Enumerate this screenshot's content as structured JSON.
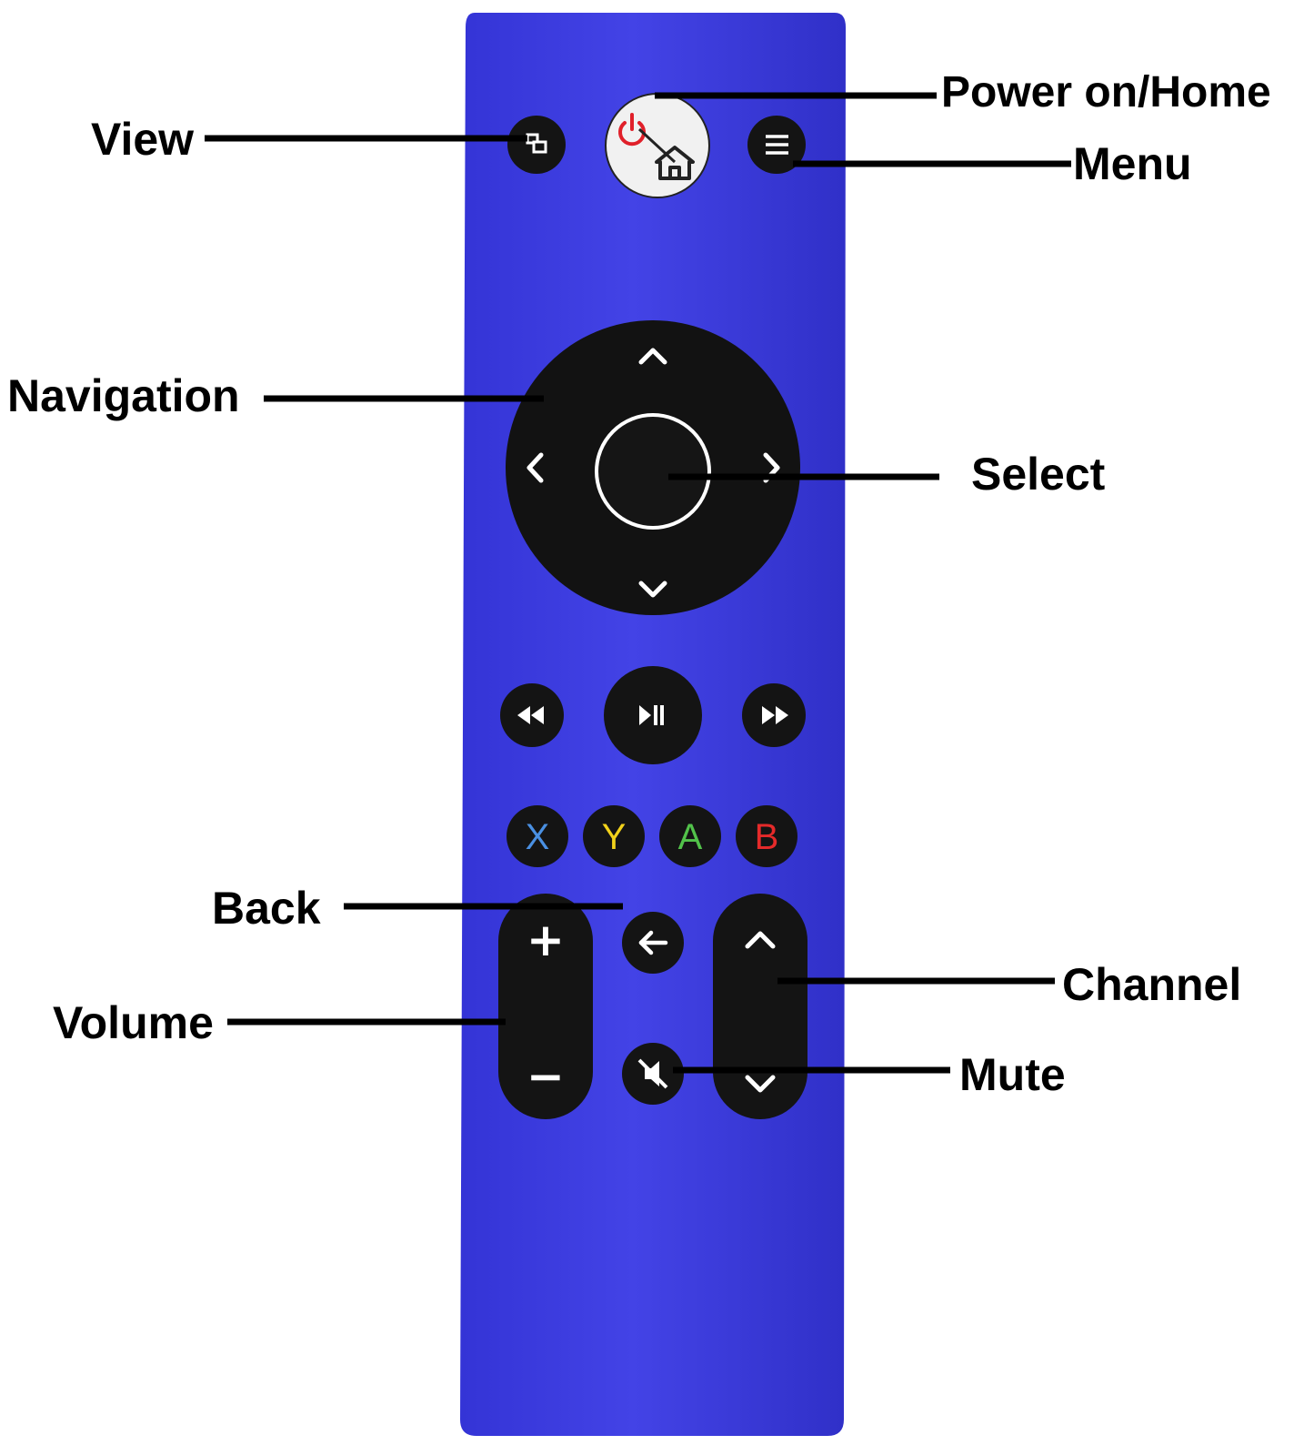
{
  "labels": {
    "power_home": "Power on/Home",
    "view": "View",
    "menu": "Menu",
    "navigation": "Navigation",
    "select": "Select",
    "back": "Back",
    "channel": "Channel",
    "volume": "Volume",
    "mute": "Mute"
  },
  "face_buttons": {
    "x": "X",
    "y": "Y",
    "a": "A",
    "b": "B"
  },
  "volume_keys": {
    "plus": "+",
    "minus": "−"
  },
  "colors": {
    "remote_body": "#3d3ddf",
    "button": "#111111",
    "power_button": "#f1f1f1",
    "power_icon": "#e0202a",
    "x_color": "#4a90e2",
    "y_color": "#f2d21b",
    "a_color": "#52c24a",
    "b_color": "#e52a2a"
  },
  "icons": [
    "view-icon",
    "power-icon",
    "home-icon",
    "menu-icon",
    "arrow-up-icon",
    "arrow-left-icon",
    "arrow-right-icon",
    "arrow-down-icon",
    "rewind-icon",
    "play-pause-icon",
    "fast-forward-icon",
    "back-arrow-icon",
    "mute-icon",
    "chevron-up-icon",
    "chevron-down-icon"
  ]
}
